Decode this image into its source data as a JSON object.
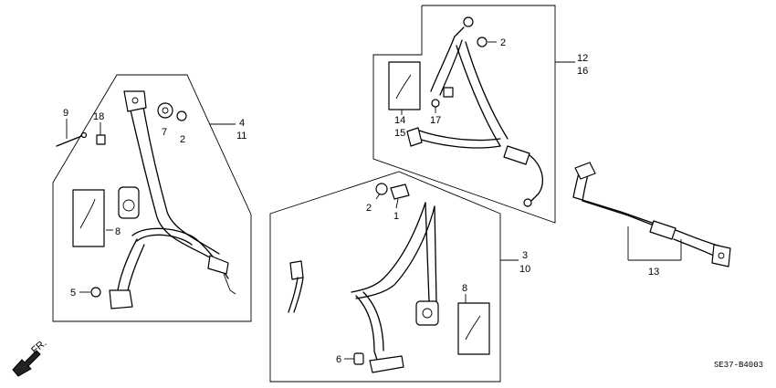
{
  "figure": {
    "code": "SE37-B4003",
    "direction_label": "FR."
  },
  "callouts": {
    "c9": "9",
    "c18": "18",
    "c7": "7",
    "c2a": "2",
    "c4": "4",
    "c11": "11",
    "c8a": "8",
    "c5": "5",
    "c2b": "2",
    "c1": "1",
    "c3": "3",
    "c10": "10",
    "c8b": "8",
    "c6": "6",
    "c2c": "2",
    "c12": "12",
    "c16": "16",
    "c14": "14",
    "c15": "15",
    "c17": "17",
    "c13": "13"
  }
}
